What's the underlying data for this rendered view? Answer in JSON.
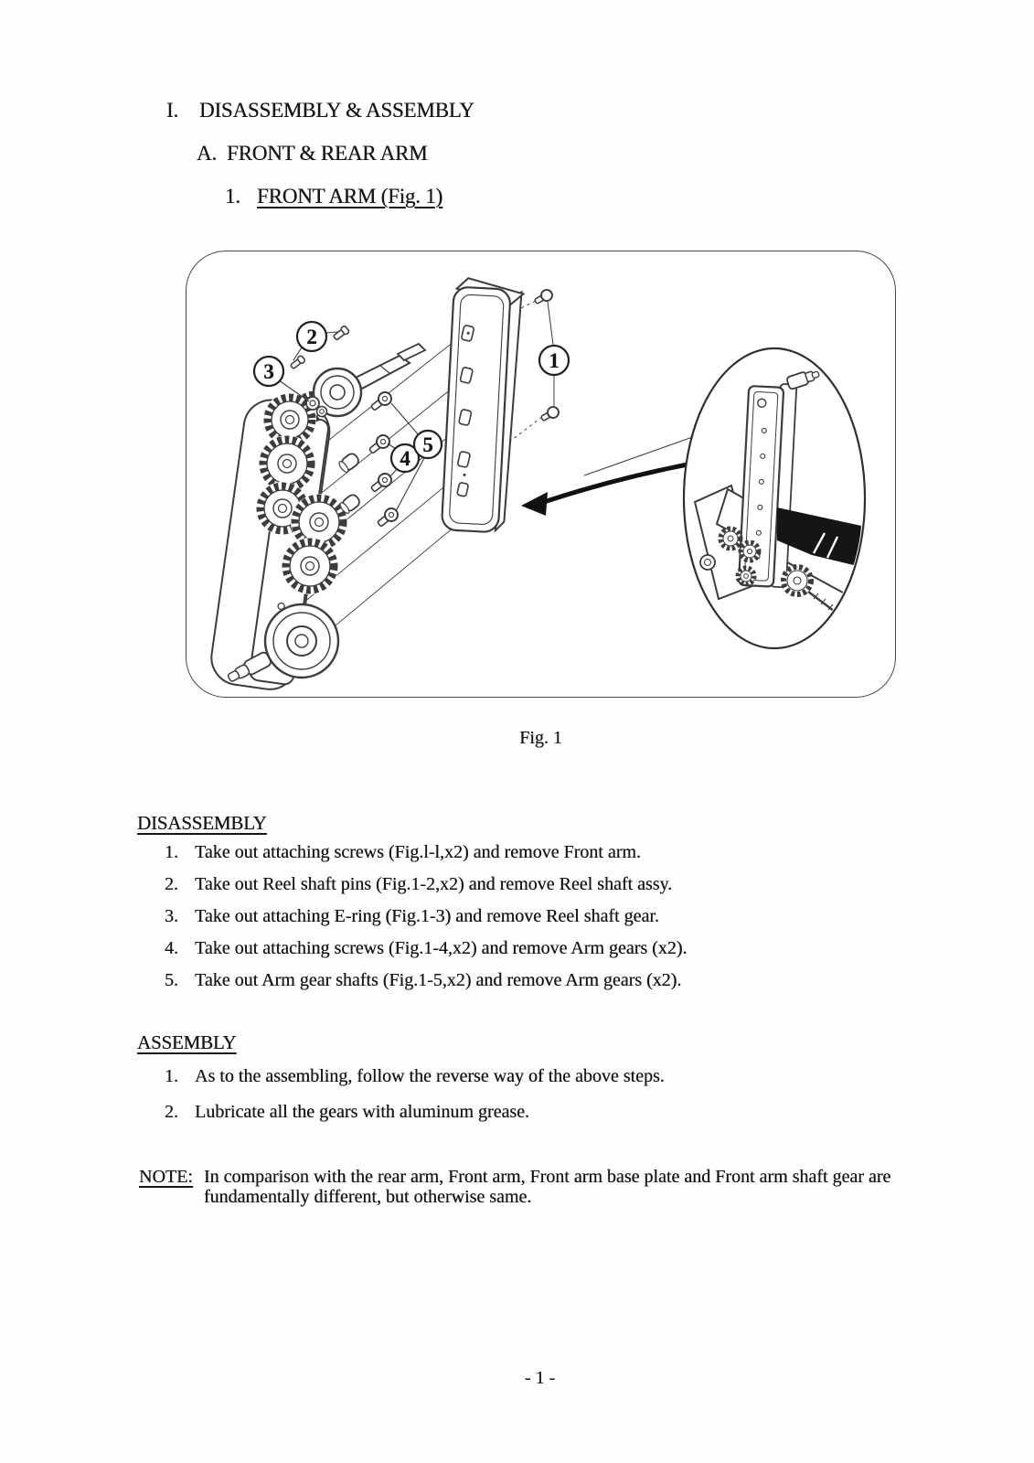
{
  "document": {
    "section": {
      "num": "I.",
      "title": "DISASSEMBLY & ASSEMBLY"
    },
    "subsection": {
      "num": "A.",
      "title": "FRONT & REAR ARM"
    },
    "subsubsection": {
      "num": "1.",
      "title": "FRONT ARM (Fig. 1)"
    }
  },
  "figure": {
    "caption": "Fig. 1",
    "callouts": [
      "1",
      "2",
      "3",
      "4",
      "5"
    ]
  },
  "disassembly": {
    "title": "DISASSEMBLY",
    "items": [
      {
        "num": "1.",
        "text": "Take out attaching screws (Fig.l-l,x2) and remove Front arm."
      },
      {
        "num": "2.",
        "text": "Take out Reel shaft pins (Fig.1-2,x2) and remove Reel shaft assy."
      },
      {
        "num": "3.",
        "text": "Take out attaching E-ring (Fig.1-3) and remove Reel shaft gear."
      },
      {
        "num": "4.",
        "text": "Take out attaching screws (Fig.1-4,x2) and remove Arm gears (x2)."
      },
      {
        "num": "5.",
        "text": "Take out Arm gear shafts (Fig.1-5,x2) and remove Arm gears (x2)."
      }
    ]
  },
  "assembly": {
    "title": "ASSEMBLY",
    "items": [
      {
        "num": "1.",
        "text": "As to the assembling, follow the reverse way of the above steps."
      },
      {
        "num": "2.",
        "text": "Lubricate all the gears with aluminum grease."
      }
    ]
  },
  "note": {
    "label": "NOTE:",
    "text": "In comparison with the rear arm, Front arm, Front arm base plate and Front arm shaft gear are fundamentally different, but otherwise same."
  },
  "footer": {
    "page_number": "- 1 -"
  },
  "colors": {
    "ink": "#171717",
    "line": "#3c3c3c",
    "black_part": "#151515"
  }
}
